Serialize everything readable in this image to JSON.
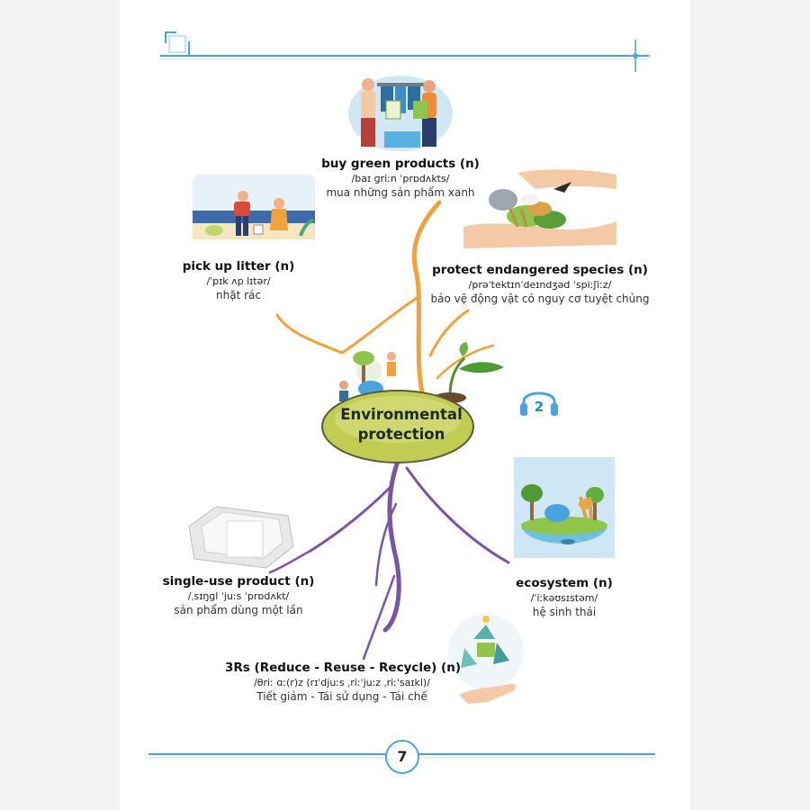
{
  "central_topic": {
    "line1": "Environmental",
    "line2": "protection"
  },
  "audio_track": "2",
  "page_number": "7",
  "terms": {
    "buy_green_products": {
      "word": "buy green products (n)",
      "phonetic": "/baɪ ɡriːn ˈprɒdʌkts/",
      "meaning": "mua những sản phẩm xanh"
    },
    "pick_up_litter": {
      "word": "pick up litter (n)",
      "phonetic": "/ˈpɪk ʌp lɪtər/",
      "meaning": "nhặt rác"
    },
    "protect_endangered_species": {
      "word": "protect endangered species (n)",
      "phonetic": "/prəˈtektɪnˈdeɪndʒəd ˈspiːʃiːz/",
      "meaning": "bảo vệ động vật có nguy cơ tuyệt chủng"
    },
    "single_use_product": {
      "word": "single-use product (n)",
      "phonetic": "/ˌsɪŋɡl ˈjuːs ˈprɒdʌkt/",
      "meaning": "sản phẩm dùng một lần"
    },
    "ecosystem": {
      "word": "ecosystem (n)",
      "phonetic": "/ˈiːkəʊsɪstəm/",
      "meaning": "hệ sinh thái"
    },
    "three_rs": {
      "word": "3Rs (Reduce - Reuse - Recycle) (n)",
      "phonetic": "/θriː ɑː(r)z (rɪˈdjuːs ˌriːˈjuːz ˌriːˈsaɪkl)/",
      "meaning": "Tiết giảm - Tái sử dụng - Tái chế"
    }
  },
  "icons": [
    "headphones-icon",
    "recycle-icon",
    "sprout-icon"
  ],
  "colors": {
    "accent_blue": "#4aa3de",
    "branch_orange": "#f2a23c",
    "branch_purple": "#7a55a3",
    "center_green": "#b7c64a"
  }
}
